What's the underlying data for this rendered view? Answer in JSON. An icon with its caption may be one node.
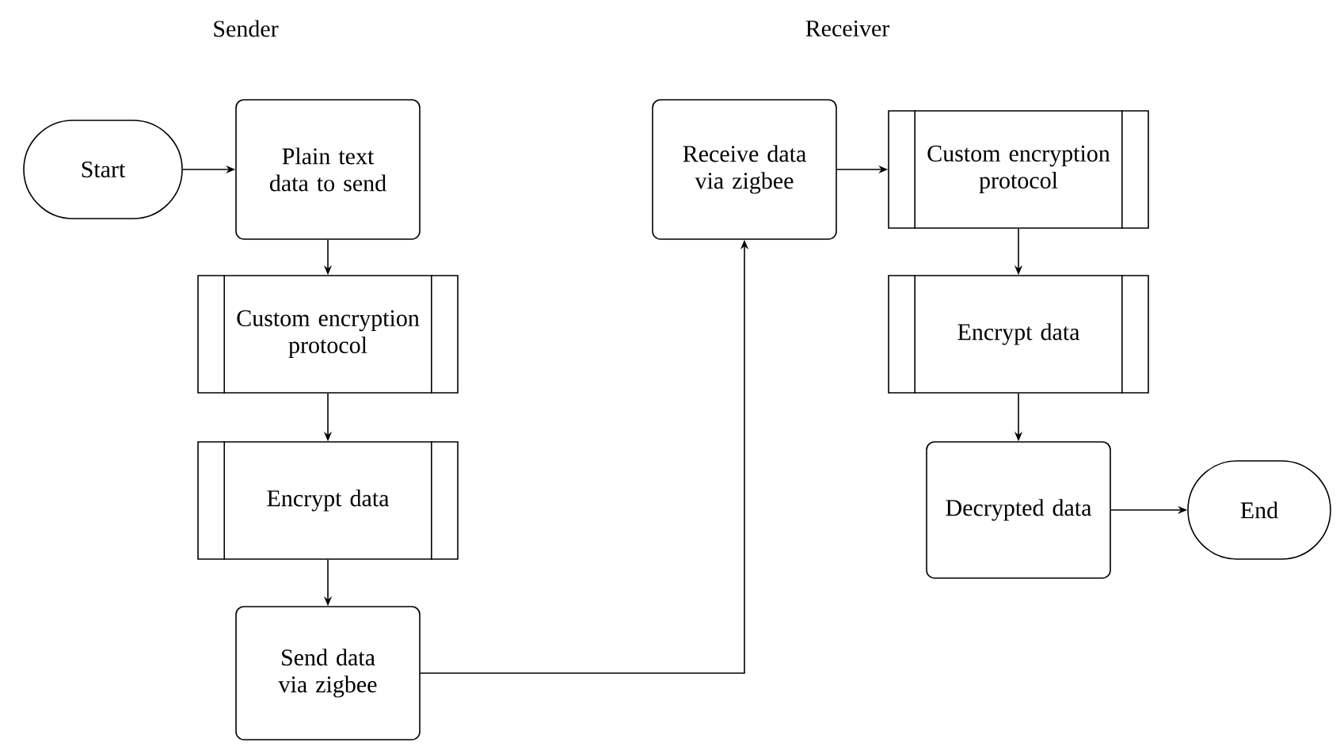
{
  "diagram": {
    "nodes": [
      {
        "text": [
          "Start"
        ]
      },
      {
        "text": [
          "Plain text data to send"
        ]
      },
      {
        "text": [
          "Custom encryption protocol"
        ]
      },
      {
        "text": [
          "Encrypt data"
        ]
      },
      {
        "text": [
          "Send data via zigbee"
        ]
      },
      {
        "text": [
          "Receive data via zigbee"
        ]
      },
      {
        "text": [
          "Custom encryption protocol"
        ]
      },
      {
        "text": [
          "Encrypt data"
        ]
      },
      {
        "text": [
          "Decrypted data"
        ]
      },
      {
        "text": [
          "End"
        ]
      }
    ],
    "edges": [
      {
        "from": 0,
        "to": 1,
        "arrow": "to"
      },
      {
        "from": 1,
        "to": 2,
        "arrow": "to"
      },
      {
        "from": 2,
        "to": 3,
        "arrow": "to"
      },
      {
        "from": 3,
        "to": 4,
        "arrow": "to"
      },
      {
        "from": 4,
        "to": 5,
        "arrow": "to"
      },
      {
        "from": 5,
        "to": 6,
        "arrow": "to"
      },
      {
        "from": 6,
        "to": 7,
        "arrow": "to"
      },
      {
        "from": 7,
        "to": 8,
        "arrow": "to"
      },
      {
        "from": 8,
        "to": 9,
        "arrow": "to"
      }
    ],
    "labels": [
      "Sender",
      "Receiver"
    ]
  }
}
